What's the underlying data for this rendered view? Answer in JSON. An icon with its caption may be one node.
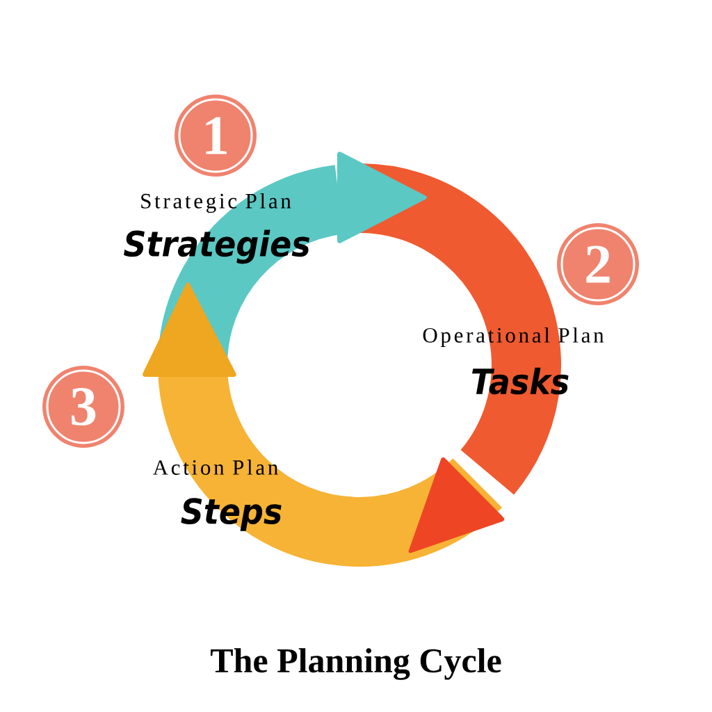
{
  "diagram": {
    "title": "The Planning Cycle",
    "nodes": [
      {
        "text": [
          "1"
        ],
        "beside": [
          "Strategic Plan",
          "Strategies"
        ]
      },
      {
        "text": [
          "2"
        ],
        "beside": [
          "Operational Plan",
          "Tasks"
        ]
      },
      {
        "text": [
          "3"
        ],
        "beside": [
          "Action Plan",
          "Steps"
        ]
      }
    ]
  }
}
